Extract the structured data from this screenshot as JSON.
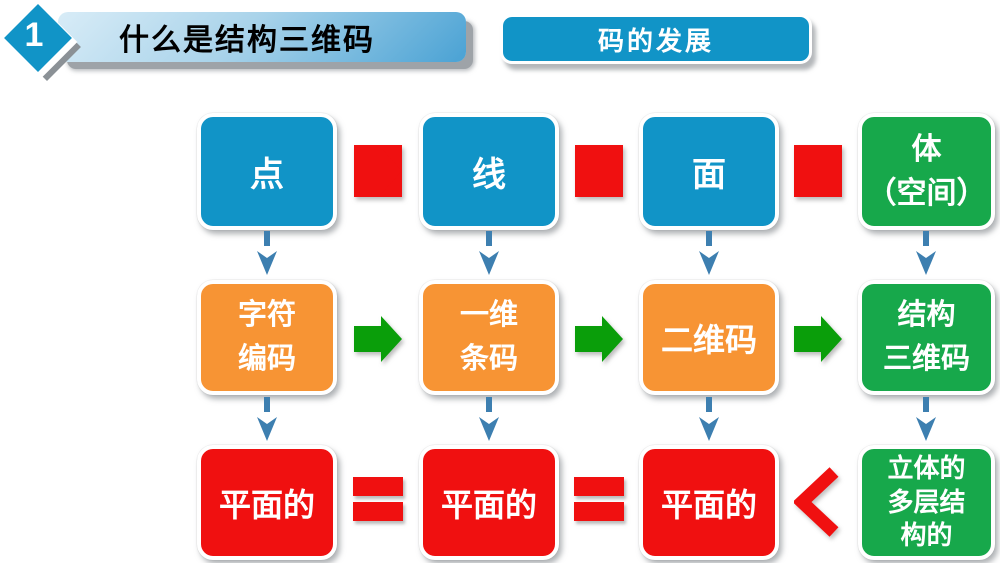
{
  "header": {
    "badge_number": "1",
    "title": "什么是结构三维码",
    "tag_button": "码的发展"
  },
  "colors": {
    "box_blue": "#1194C7",
    "box_green": "#17A84B",
    "box_orange": "#F79434",
    "box_red": "#F01010",
    "arrow_red": "#F01010",
    "arrow_green": "#0A9E0A",
    "connector_blue": "#3D7FB0",
    "banner_light": "#D8ECF7",
    "banner_dark": "#4AA2D4"
  },
  "diagram": {
    "row1": {
      "c1": "点",
      "c2": "线",
      "c3": "面",
      "c4": "体\n（空间）"
    },
    "row2": {
      "c1": "字符\n编码",
      "c2": "一维\n条码",
      "c3": "二维码",
      "c4": "结构\n三维码"
    },
    "row3": {
      "c1": "平面的",
      "c2": "平面的",
      "c3": "平面的",
      "c4": "立体的\n多层结构的"
    },
    "comparators": [
      "=",
      "=",
      "<"
    ]
  }
}
